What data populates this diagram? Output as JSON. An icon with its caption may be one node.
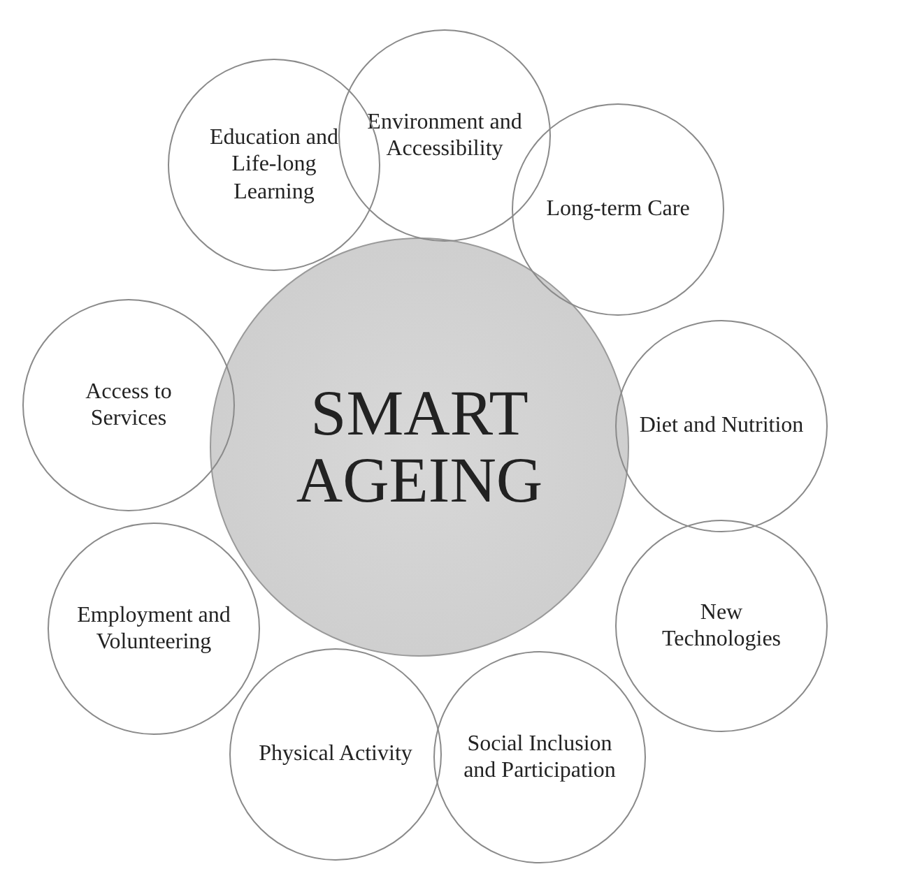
{
  "diagram": {
    "nodes": [
      {
        "text": [
          "SMART AGEING"
        ]
      },
      {
        "text": [
          "Environment and Accessibility"
        ]
      },
      {
        "text": [
          "Long-term Care"
        ]
      },
      {
        "text": [
          "Diet and Nutrition"
        ]
      },
      {
        "text": [
          "New Technologies"
        ]
      },
      {
        "text": [
          "Social Inclusion and Participation"
        ]
      },
      {
        "text": [
          "Physical Activity"
        ]
      },
      {
        "text": [
          "Employment and Volunteering"
        ]
      },
      {
        "text": [
          "Access to Services"
        ]
      },
      {
        "text": [
          "Education and Life-long Learning"
        ]
      }
    ],
    "edges": []
  }
}
